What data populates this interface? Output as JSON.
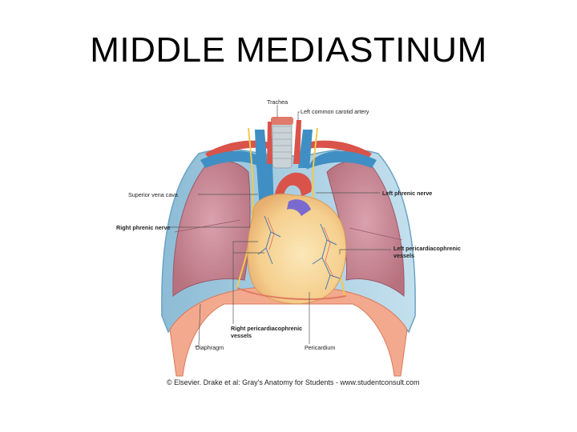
{
  "slide": {
    "title": "MIDDLE MEDIASTINUM"
  },
  "labels": {
    "trachea": "Trachea",
    "left_common_carotid_artery": "Left common carotid artery",
    "superior_vena_cava": "Superior vena cava",
    "left_phrenic_nerve": "Left phrenic nerve",
    "right_phrenic_nerve": "Right phrenic nerve",
    "left_pericardiacophrenic_vessels_line1": "Left pericardiacophrenic",
    "left_pericardiacophrenic_vessels_line2": "vessels",
    "right_pericardiacophrenic_vessels_line1": "Right pericardiacophrenic",
    "right_pericardiacophrenic_vessels_line2": "vessels",
    "diaphragm": "Diaphragm",
    "pericardium": "Pericardium"
  },
  "credit": "© Elsevier. Drake et al: Gray's Anatomy for Students - www.studentconsult.com",
  "colors": {
    "lung": "#c98a9a",
    "pleura": "#a9cde0",
    "vein": "#3f8fc4",
    "artery": "#d9534a",
    "heart": "#f6d39a",
    "nerve": "#f2c94c",
    "diaphragm": "#e98a6e"
  }
}
